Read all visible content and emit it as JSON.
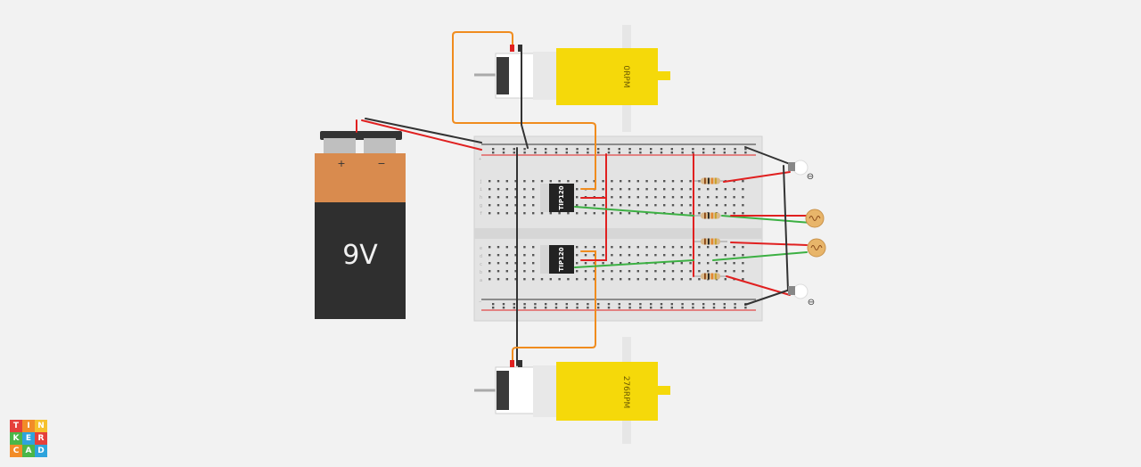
{
  "app": {
    "logo_letters": [
      "T",
      "I",
      "N",
      "K",
      "E",
      "R",
      "C",
      "A",
      "D"
    ],
    "logo_colors": [
      "#e5403b",
      "#f28c28",
      "#f6c12d",
      "#4bb648",
      "#2ea3dc",
      "#e5403b",
      "#f28c28",
      "#4bb648",
      "#2ea3dc"
    ]
  },
  "battery": {
    "label": "9V",
    "plus_symbol": "+",
    "minus_symbol": "−"
  },
  "motors": [
    {
      "name": "top",
      "speed_label": "0RPM"
    },
    {
      "name": "bottom",
      "speed_label": "276RPM"
    }
  ],
  "transistors": [
    {
      "label": "TIP120"
    },
    {
      "label": "TIP120"
    }
  ],
  "leds": [
    {
      "symbol": "⊖"
    },
    {
      "symbol": "⊖"
    }
  ],
  "breadboard": {
    "row_letters_top": [
      "j",
      "i",
      "h",
      "g",
      "f"
    ],
    "row_letters_bottom": [
      "e",
      "d",
      "c",
      "b",
      "a"
    ],
    "rail_plus": "+",
    "rail_minus": "−"
  },
  "colors": {
    "wire_red": "#e02020",
    "wire_black": "#333333",
    "wire_orange": "#f08c1e",
    "wire_green": "#3cb043",
    "motor_yellow": "#f5d90a",
    "battery_orange": "#d98b4e",
    "battery_dark": "#2f2f2f",
    "breadboard": "#e3e3e3"
  }
}
